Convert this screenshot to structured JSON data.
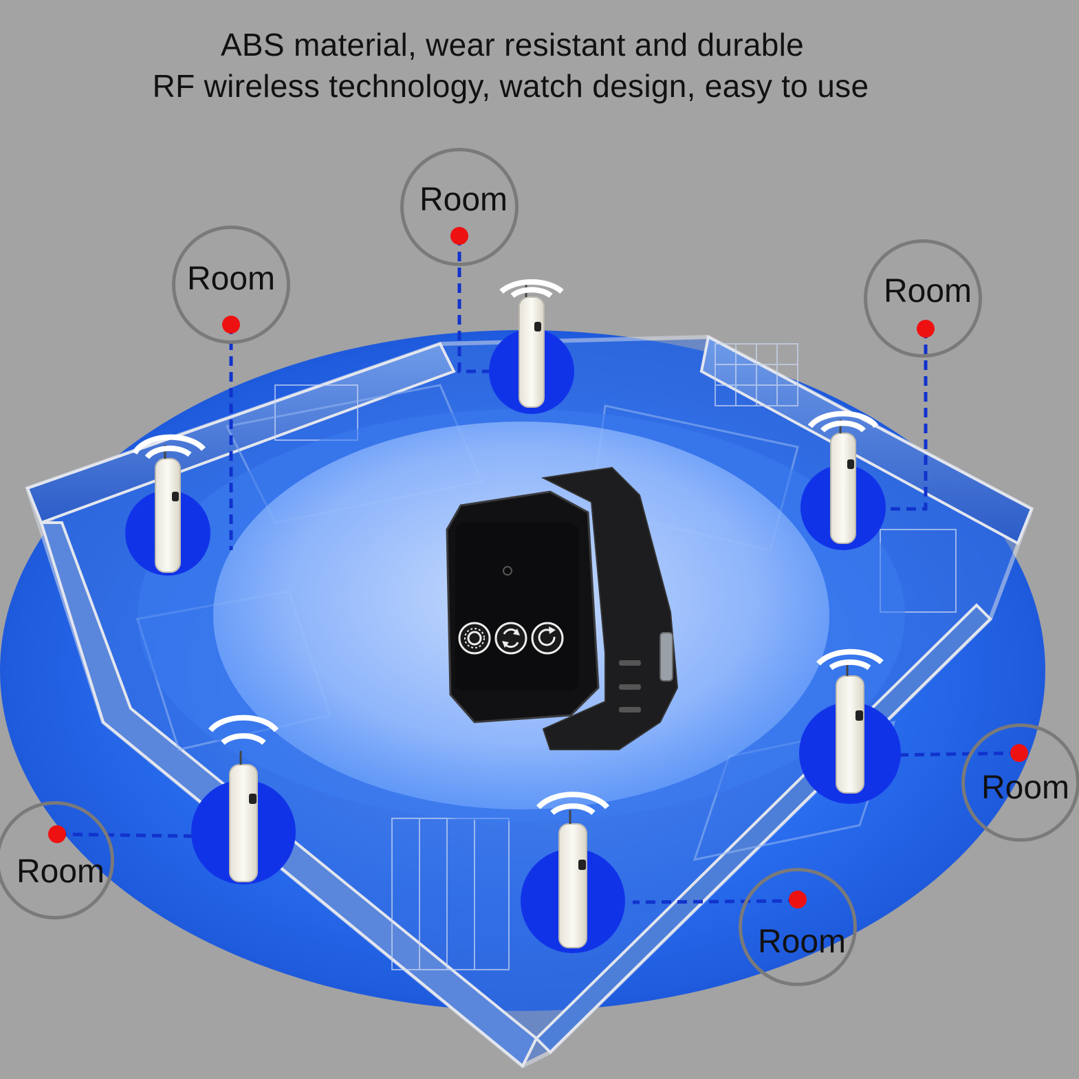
{
  "headline": {
    "line1": "ABS material, wear resistant and durable",
    "line2": "RF wireless technology, watch design, easy to use"
  },
  "rooms": [
    {
      "label": "Room"
    },
    {
      "label": "Room"
    },
    {
      "label": "Room"
    },
    {
      "label": "Room"
    },
    {
      "label": "Room"
    },
    {
      "label": "Room"
    }
  ],
  "icons": {
    "watch_buttons": [
      "gear-icon",
      "sync-icon",
      "refresh-icon"
    ],
    "transmitter": "call-button-transmitter",
    "signal": "wifi-signal-icon"
  },
  "colors": {
    "background": "#a3a3a3",
    "floor_blue": "#1a5fe0",
    "inner_glow": "#cfe2ff",
    "dot_red": "#ee1111",
    "link_blue": "#1133cc",
    "ring_gray": "#7a7a7a"
  }
}
